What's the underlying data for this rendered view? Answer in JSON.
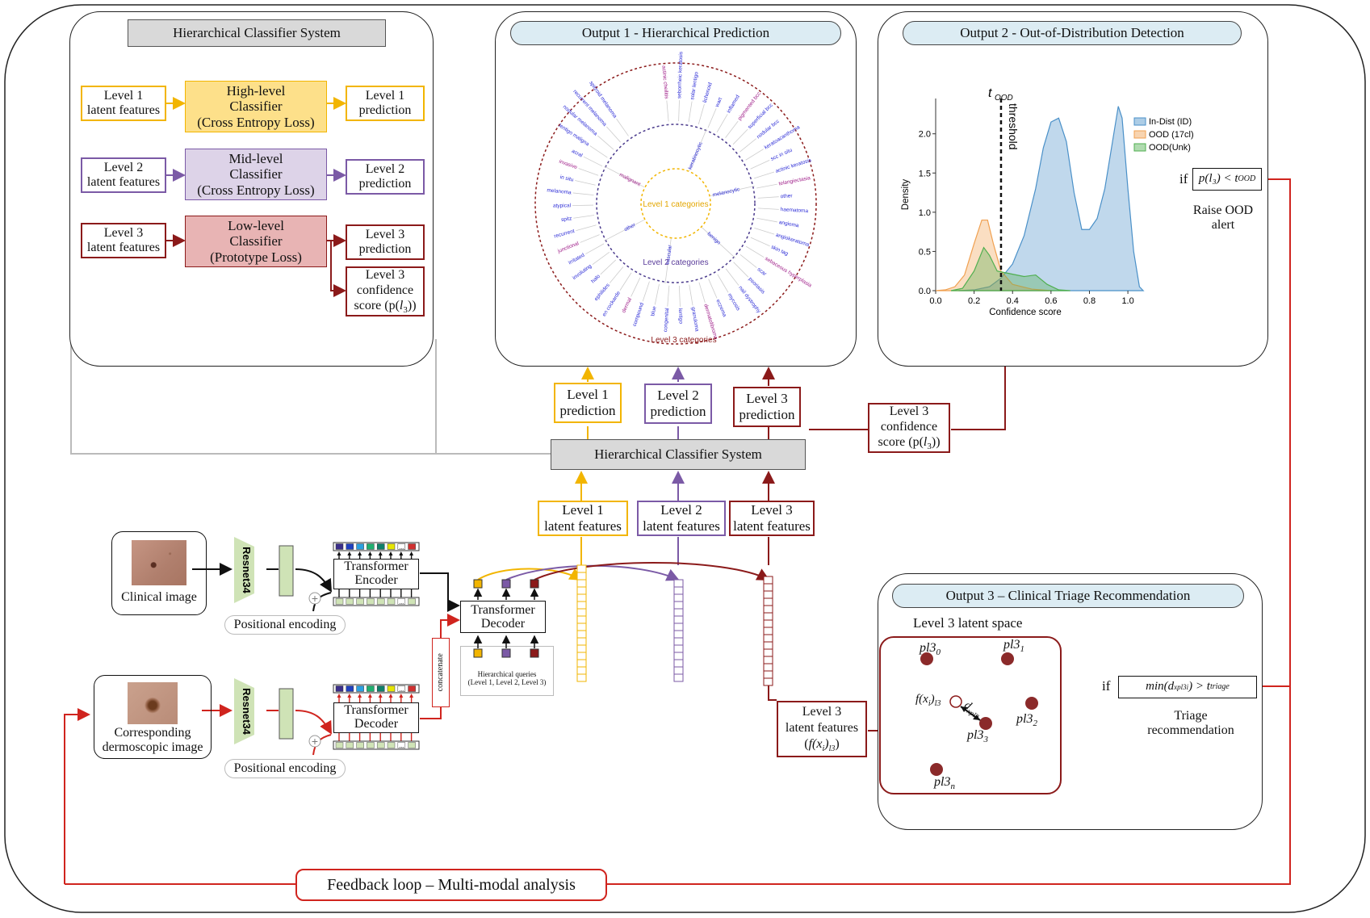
{
  "hcs_panel": {
    "title": "Hierarchical Classifier System",
    "rows": [
      {
        "input": "Level 1\nlatent features",
        "classifier": "High-level\nClassifier\n(Cross Entropy Loss)",
        "output": "Level 1\nprediction"
      },
      {
        "input": "Level 2\nlatent features",
        "classifier": "Mid-level\nClassifier\n(Cross Entropy Loss)",
        "output": "Level 2\nprediction"
      },
      {
        "input": "Level 3\nlatent features",
        "classifier": "Low-level\nClassifier\n(Prototype Loss)",
        "output": "Level 3\nprediction"
      }
    ],
    "confidence_pre": "Level 3\nconfidence\nscore (p(",
    "confidence_sym": "l",
    "confidence_sub": "3",
    "confidence_post": "))"
  },
  "output1": {
    "title": "Output 1 - Hierarchical Prediction",
    "level1_label": "Level 1 categories",
    "level2_label": "Level 2 categories",
    "level3_label": "Level 3 categories",
    "level2_terms": [
      "keratinocytic",
      "melanocytic",
      "benign",
      "vascular",
      "other",
      "malignant"
    ],
    "level3_terms": [
      "actinic cheilitis",
      "seborrheic keratosis",
      "solar lentigo",
      "lichenoid",
      "wart",
      "inflamed",
      "pigmented bcc",
      "superficial bcc",
      "nodular bcc",
      "keratoacanthoma",
      "scc in situ",
      "actinic keratosis",
      "telangiectasia",
      "other",
      "haematoma",
      "angioma",
      "angiokeratoma",
      "skin tag",
      "sebaceous hyperplasia",
      "scar",
      "psoriasis",
      "nail dystrophy",
      "mycosis",
      "eczema",
      "dermatofibroma",
      "granuloma",
      "lentigo",
      "congenital",
      "blue",
      "compound",
      "dermal",
      "en cockarde",
      "ephilides",
      "halo",
      "involuting",
      "irritated",
      "junctional",
      "recurrent",
      "spitz",
      "atypical",
      "melanoma",
      "in situ",
      "invasive",
      "acral",
      "lentigo maligna",
      "nodular melanoma",
      "recurrent melanoma",
      "spitzoid melanoma"
    ]
  },
  "output2": {
    "title": "Output 2 - Out-of-Distribution Detection",
    "if_text": "if",
    "condition_text": "p(l₃) < t",
    "condition_sub": "OOD",
    "alert_text": "Raise OOD\nalert"
  },
  "chart_data": {
    "type": "area",
    "title": "",
    "xlabel": "Confidence score",
    "ylabel": "Density",
    "xlim": [
      0,
      1.05
    ],
    "ylim": [
      0,
      2.45
    ],
    "xticks": [
      "0.0",
      "0.2",
      "0.4",
      "0.6",
      "0.8",
      "1.0"
    ],
    "yticks": [
      "0.0",
      "0.5",
      "1.0",
      "1.5",
      "2.0"
    ],
    "threshold": {
      "x": 0.34,
      "label": "threshold",
      "t_label": "t",
      "t_sub": "OOD"
    },
    "legend_position": "top-right",
    "series": [
      {
        "name": "In-Dist (ID)",
        "color": "#4a90c8",
        "points": [
          [
            0.12,
            0
          ],
          [
            0.2,
            0.01
          ],
          [
            0.28,
            0.05
          ],
          [
            0.34,
            0.16
          ],
          [
            0.4,
            0.34
          ],
          [
            0.46,
            0.7
          ],
          [
            0.52,
            1.3
          ],
          [
            0.56,
            1.82
          ],
          [
            0.6,
            2.15
          ],
          [
            0.64,
            2.2
          ],
          [
            0.68,
            1.9
          ],
          [
            0.72,
            1.25
          ],
          [
            0.76,
            0.78
          ],
          [
            0.8,
            0.78
          ],
          [
            0.84,
            0.92
          ],
          [
            0.88,
            1.3
          ],
          [
            0.92,
            1.9
          ],
          [
            0.95,
            2.35
          ],
          [
            0.97,
            2.2
          ],
          [
            1.0,
            1.3
          ],
          [
            1.03,
            0.5
          ],
          [
            1.06,
            0.05
          ],
          [
            1.08,
            0
          ]
        ]
      },
      {
        "name": "OOD (17cl)",
        "color": "#f0a050",
        "points": [
          [
            0.0,
            0
          ],
          [
            0.05,
            0.01
          ],
          [
            0.1,
            0.05
          ],
          [
            0.15,
            0.2
          ],
          [
            0.2,
            0.6
          ],
          [
            0.24,
            0.9
          ],
          [
            0.27,
            0.9
          ],
          [
            0.3,
            0.6
          ],
          [
            0.34,
            0.25
          ],
          [
            0.4,
            0.08
          ],
          [
            0.5,
            0.02
          ],
          [
            0.6,
            0
          ]
        ]
      },
      {
        "name": "OOD(Unk)",
        "color": "#4faf4f",
        "points": [
          [
            0.08,
            0
          ],
          [
            0.14,
            0.03
          ],
          [
            0.2,
            0.25
          ],
          [
            0.25,
            0.55
          ],
          [
            0.28,
            0.45
          ],
          [
            0.32,
            0.25
          ],
          [
            0.38,
            0.22
          ],
          [
            0.46,
            0.18
          ],
          [
            0.52,
            0.2
          ],
          [
            0.58,
            0.08
          ],
          [
            0.64,
            0.01
          ],
          [
            0.7,
            0
          ]
        ]
      }
    ]
  },
  "middle": {
    "l1_pred": "Level 1\nprediction",
    "l2_pred": "Level 2\nprediction",
    "l3_pred": "Level 3\nprediction",
    "conf_pre": "Level 3\nconfidence\nscore (p(",
    "conf_sym": "l",
    "conf_sub": "3",
    "conf_post": "))",
    "hcs_bar": "Hierarchical Classifier System",
    "l1_feat": "Level 1\nlatent features",
    "l2_feat": "Level 2\nlatent features",
    "l3_feat": "Level 3\nlatent features"
  },
  "pipeline": {
    "clinical_image": "Clinical image",
    "dermoscopic_image": "Corresponding\ndermoscopic image",
    "resnet": "Resnet34",
    "pos_enc": "Positional encoding",
    "encoder": "Transformer\nEncoder",
    "decoder_top": "Transformer\nDecoder",
    "decoder_bottom": "Transformer\nDecoder",
    "concatenate": "concatenate",
    "queries": "Hierarchical queries\n(Level 1, Level 2, Level 3)",
    "token_ellipsis": "..."
  },
  "output3": {
    "title": "Output 3 – Clinical Triage Recommendation",
    "space_title": "Level 3 latent space",
    "feat_pre": "Level 3\nlatent features\n(",
    "feat_f": "f(x",
    "feat_i": "i",
    "feat_close": ")",
    "feat_sub": "l3",
    "feat_post": ")",
    "point_label": "f(x",
    "point_i": "i",
    "point_close": ")",
    "point_sub": "l3",
    "d_label": "d",
    "d_sub": "xpl3",
    "prototypes": [
      {
        "base": "pl3",
        "sub": "0"
      },
      {
        "base": "pl3",
        "sub": "1"
      },
      {
        "base": "pl3",
        "sub": "2"
      },
      {
        "base": "pl3",
        "sub": "3"
      },
      {
        "base": "pl3",
        "sub": "n"
      }
    ],
    "if_text": "if",
    "formula_pre": "min(d",
    "formula_sub": "xpl3i",
    "formula_post": ") > t",
    "formula_sub2": "triage",
    "triage_text": "Triage\nrecommendation"
  },
  "feedback": {
    "label": "Feedback loop – Multi-modal analysis"
  },
  "colors": {
    "level1": "#f2b500",
    "level2": "#7b5aa6",
    "level3": "#8b1a1a",
    "feedback": "#d0241e",
    "level1_fill": "#fde08a",
    "level2_fill": "#ddd3e8",
    "level3_fill": "#e8b4b4",
    "pill": "#dcecf3",
    "bar": "#d9d9d9"
  }
}
